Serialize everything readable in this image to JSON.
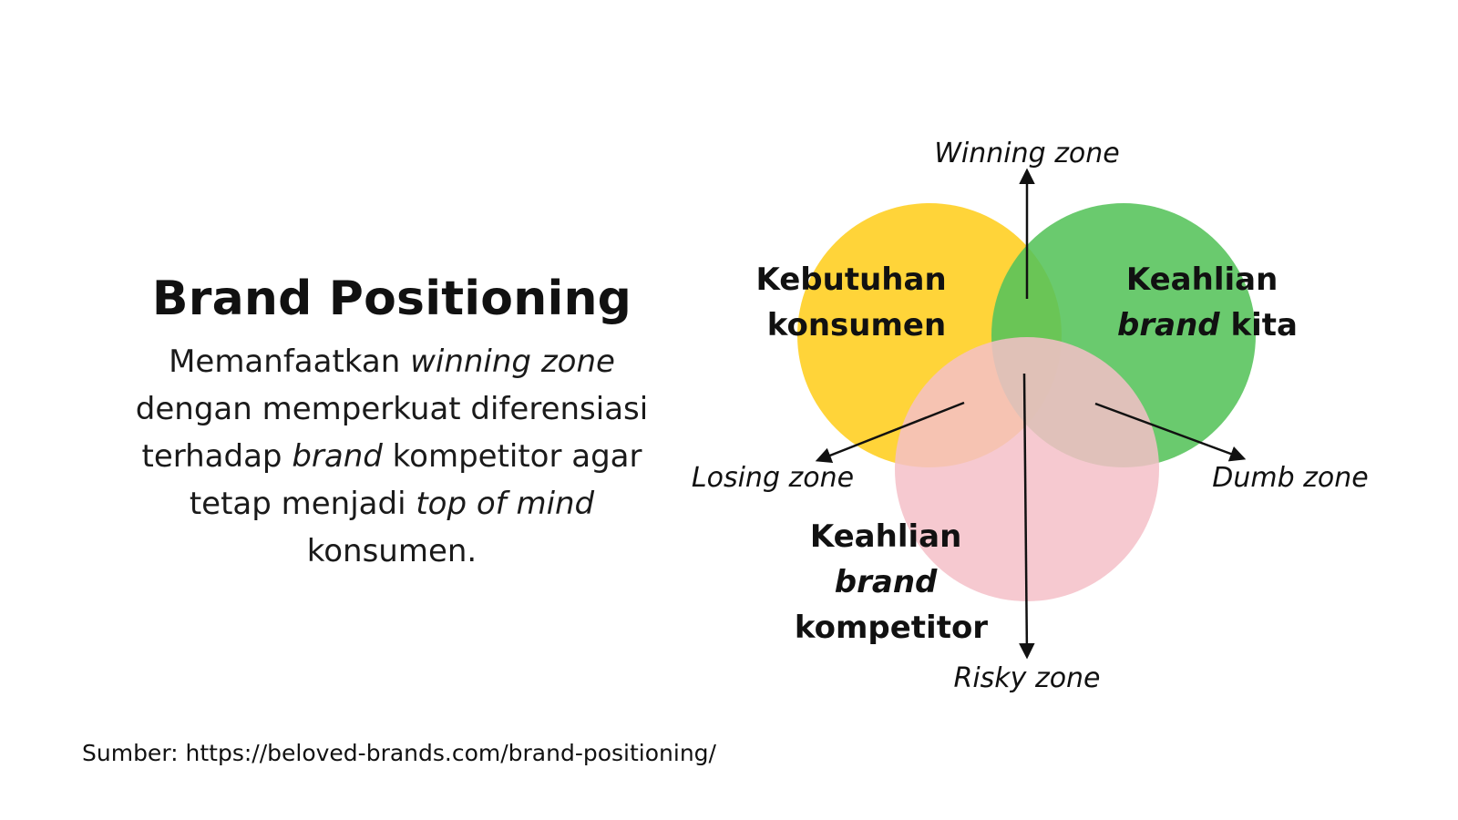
{
  "left": {
    "title": "Brand Positioning",
    "desc": [
      {
        "text": "Memanfaatkan ",
        "italic": false
      },
      {
        "text": "winning zone",
        "italic": true
      },
      {
        "text": " dengan memperkuat diferensiasi terhadap ",
        "italic": false
      },
      {
        "text": "brand",
        "italic": true
      },
      {
        "text": " kompetitor agar tetap menjadi ",
        "italic": false
      },
      {
        "text": "top of mind",
        "italic": true
      },
      {
        "text": " konsumen.",
        "italic": false
      }
    ]
  },
  "source": "Sumber: https://beloved-brands.com/brand-positioning/",
  "diagram": {
    "circles": {
      "consumer": {
        "line1": "Kebutuhan",
        "line2": "konsumen",
        "color": "#FFD22E"
      },
      "ours": {
        "line1": "Keahlian",
        "line2_italic": "brand",
        "line2_rest": " kita",
        "color": "#55C35A"
      },
      "competitor": {
        "line1": "Keahlian",
        "line2_italic": "brand",
        "line3": "kompetitor",
        "color": "#F5C0C8"
      }
    },
    "zones": {
      "winning": "Winning zone",
      "losing": "Losing zone",
      "dumb": "Dumb zone",
      "risky": "Risky zone"
    },
    "colors": {
      "arrow": "#111111",
      "text": "#111111"
    }
  }
}
